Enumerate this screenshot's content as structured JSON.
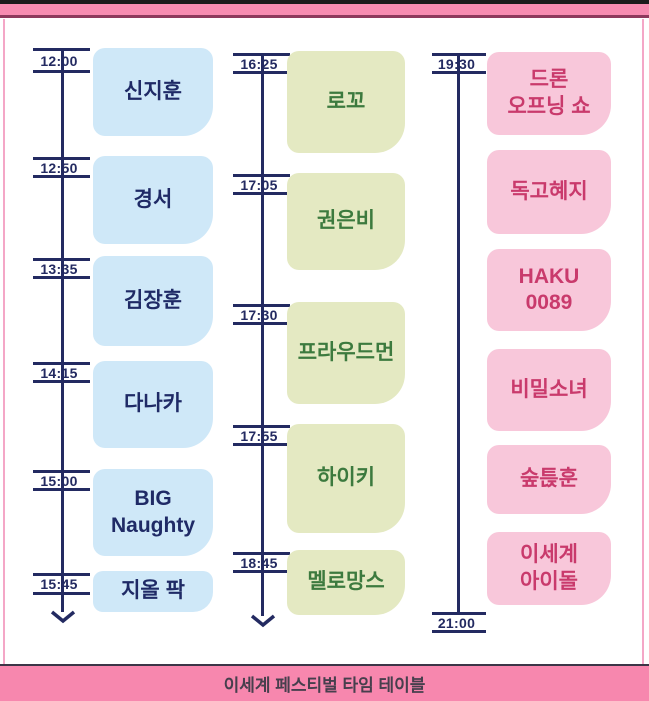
{
  "poster": {
    "caption": "이세계 페스티벌 타임 테이블"
  },
  "colors": {
    "timeline_navy": "#232a61",
    "blue_box": "#cfe8f8",
    "blue_text": "#1f2a66",
    "green_box": "#e4e9c2",
    "green_text": "#3c7a3e",
    "pink_box": "#f8c7da",
    "pink_text": "#c93a6c",
    "caption_bar": "#f787ae",
    "frame_pink": "#f78cb1",
    "frame_maroon": "#8e3a5d"
  },
  "schedule": {
    "stage1": {
      "slots": [
        {
          "time": "12:00",
          "artist": "신지훈"
        },
        {
          "time": "12:50",
          "artist": "경서"
        },
        {
          "time": "13:35",
          "artist": "김장훈"
        },
        {
          "time": "14:15",
          "artist": "다나카"
        },
        {
          "time": "15:00",
          "artist": "BIG\nNaughty"
        },
        {
          "time": "15:45",
          "artist": "지올 팍"
        }
      ]
    },
    "stage2": {
      "slots": [
        {
          "time": "16:25",
          "artist": "로꼬"
        },
        {
          "time": "17:05",
          "artist": "권은비"
        },
        {
          "time": "17:30",
          "artist": "프라우드먼"
        },
        {
          "time": "17:55",
          "artist": "하이키"
        },
        {
          "time": "18:45",
          "artist": "멜로망스"
        }
      ]
    },
    "stage3": {
      "start_time": "19:30",
      "end_time": "21:00",
      "artists": [
        {
          "name": "드론\n오프닝 쇼"
        },
        {
          "name": "독고혜지"
        },
        {
          "name": "HAKU\n0089"
        },
        {
          "name": "비밀소녀"
        },
        {
          "name": "숲튽훈"
        },
        {
          "name": "이세계\n아이돌"
        }
      ]
    }
  }
}
